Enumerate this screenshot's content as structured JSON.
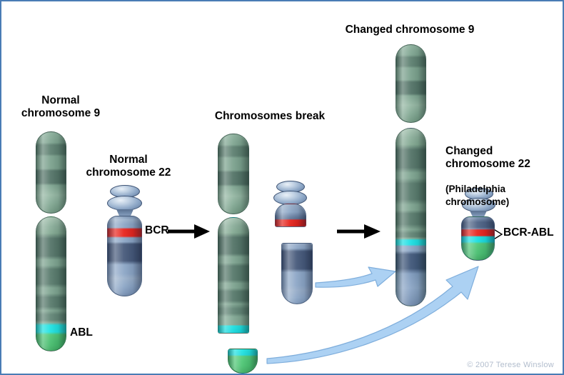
{
  "diagram": {
    "title_labels": {
      "normal9": "Normal\nchromosome 9",
      "normal22": "Normal\nchromosome 22",
      "break": "Chromosomes break",
      "changed9": "Changed chromosome 9",
      "changed22_main": "Changed\nchromosome 22",
      "changed22_sub": "(Philadelphia\nchromosome)"
    },
    "gene_labels": {
      "abl": "ABL",
      "bcr": "BCR",
      "bcr_abl": "BCR-ABL"
    },
    "footer": {
      "copyright": "© 2007 Terese Winslow"
    },
    "colors": {
      "frame_border": "#4A7CB5",
      "chr9_body_green": "#7EA490",
      "chr9_band_dark": "#547468",
      "chr22_body_blue": "#8CA6C6",
      "chr22_band_dark": "#46597A",
      "abl_band_cyan": "#1EE2E2",
      "bcr_band_red": "#E8231C",
      "fusion_tip_green": "#4FC878",
      "flow_arrow_blue": "#ACD1F3",
      "flow_arrow_edge": "#7FAEDC",
      "step_arrow_black": "#000000",
      "copyright_gray": "#B2BDCD"
    }
  }
}
